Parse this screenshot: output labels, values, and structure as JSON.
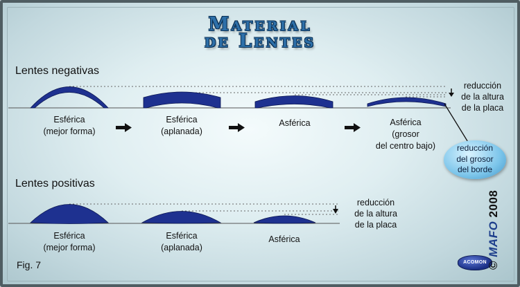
{
  "title_line1": "Material",
  "title_line2": "de Lentes",
  "negative_section": {
    "label": "Lentes negativas",
    "lenses": [
      {
        "label": "Esférica\n(mejor forma)"
      },
      {
        "label": "Esférica\n(aplanada)"
      },
      {
        "label": "Asférica"
      },
      {
        "label": "Asférica\n(grosor\ndel centro bajo)"
      }
    ],
    "height_note": "reducción\nde la altura\nde la placa",
    "edge_note": "reducción\ndel grosor\ndel borde"
  },
  "positive_section": {
    "label": "Lentes positivas",
    "lenses": [
      {
        "label": "Esférica\n(mejor forma)"
      },
      {
        "label": "Esférica\n(aplanada)"
      },
      {
        "label": "Asférica"
      }
    ],
    "height_note": "reducción\nde la altura\nde la placa"
  },
  "figure_label": "Fig. 7",
  "copyright": {
    "symbol": "©",
    "brand": "MAFO",
    "year": "2008"
  },
  "badge": "ACOMON",
  "colors": {
    "lens_fill": "#1e3190",
    "lens_edge": "#0b1650",
    "baseline": "#555555",
    "title": "#2d6fa8"
  }
}
